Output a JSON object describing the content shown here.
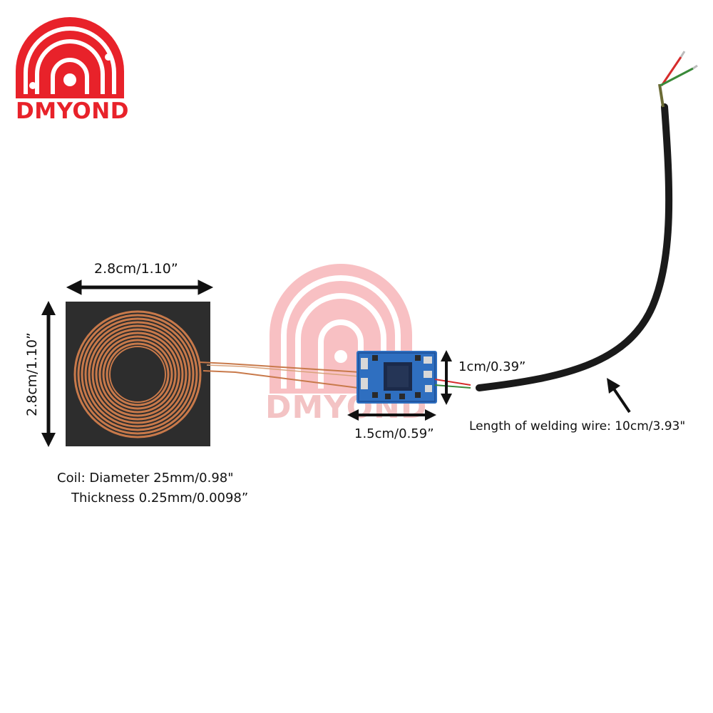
{
  "brand": {
    "name": "DMYOND",
    "watermark_text": "DMYOND",
    "color": "#e8222a",
    "watermark_color": "#f3c3c4"
  },
  "dimensions": {
    "coil_width": "2.8cm/1.10”",
    "coil_height": "2.8cm/1.10”",
    "board_height": "1cm/0.39”",
    "board_width": "1.5cm/0.59”",
    "wire_length": "Length of welding wire: 10cm/3.93\""
  },
  "specs": {
    "coil_diameter": "Coil: Diameter 25mm/0.98\"",
    "thickness": "Thickness 0.25mm/0.0098”"
  },
  "colors": {
    "copper": "#c8794a",
    "pad": "#2d2d2d",
    "pcb": "#2f6fc0",
    "cable": "#1a1a1a",
    "wire_red": "#d62b2b",
    "wire_green": "#3a8a3a"
  }
}
